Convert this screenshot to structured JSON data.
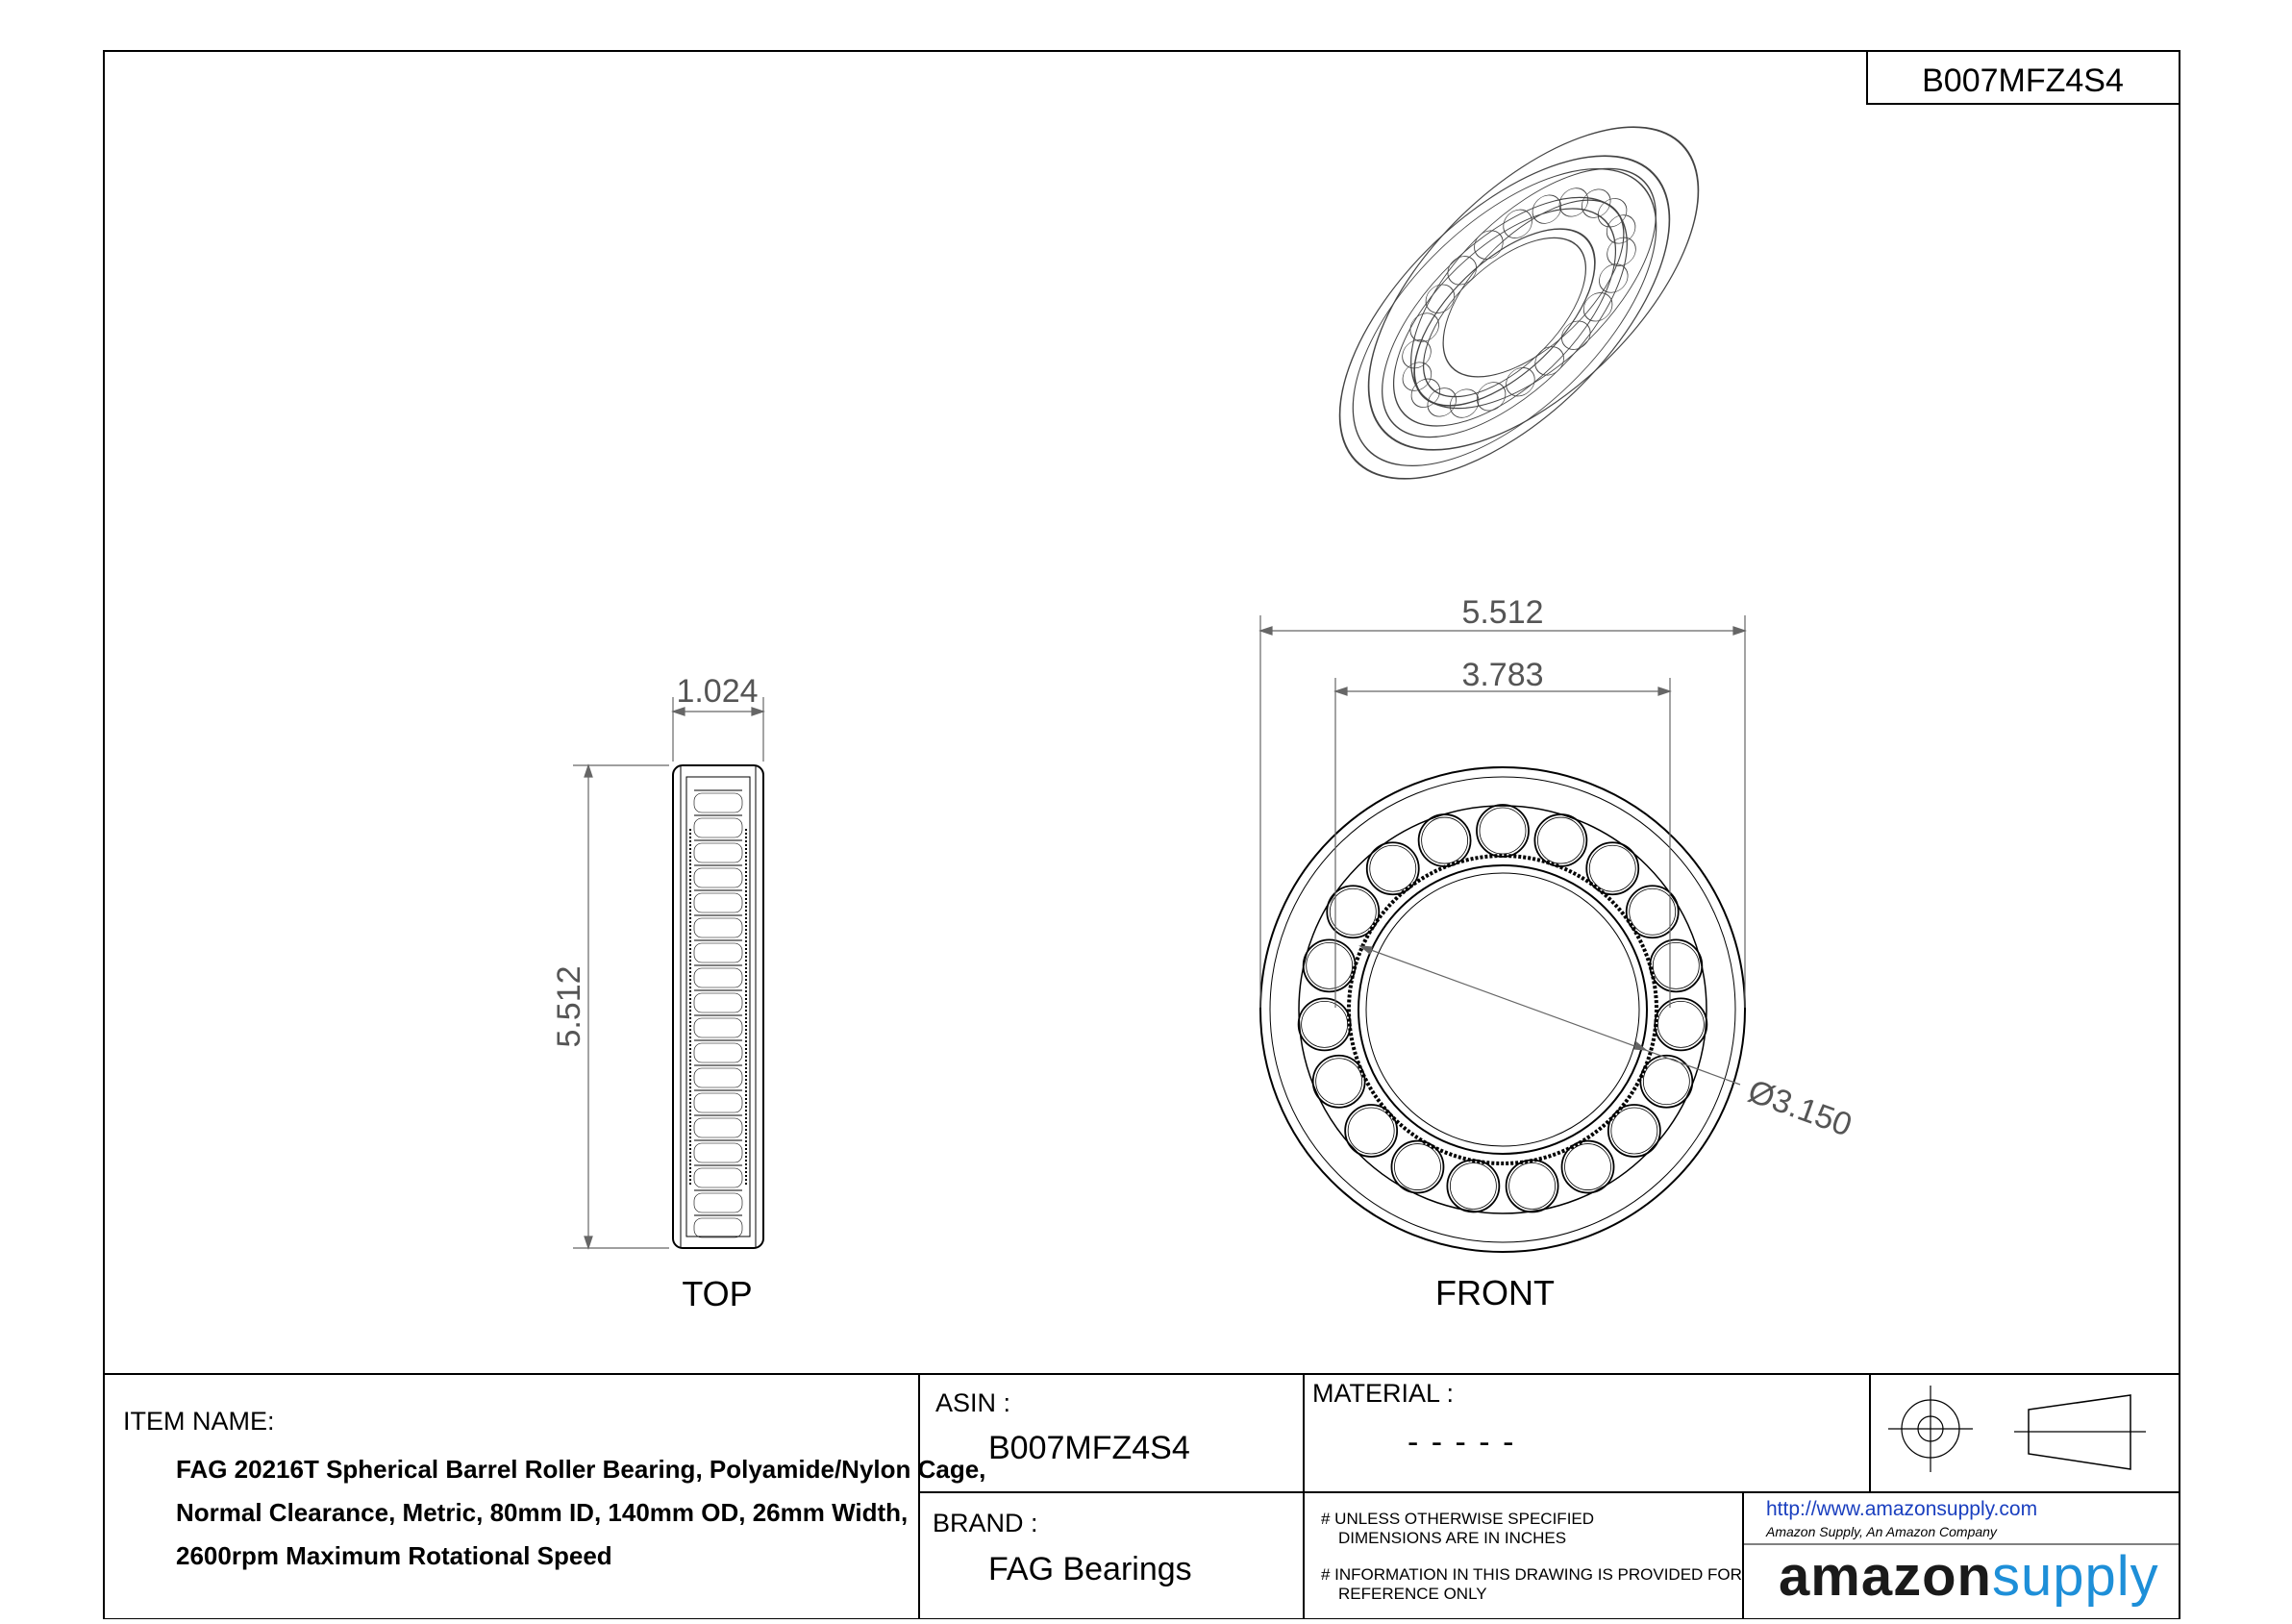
{
  "drawing": {
    "asin_header": "B007MFZ4S4",
    "dimensions": {
      "top_width": "1.024",
      "top_height": "5.512",
      "front_outer": "5.512",
      "front_inner": "3.783",
      "front_bore": "Ø3.150"
    },
    "views": {
      "top": "TOP",
      "front": "FRONT"
    }
  },
  "title_block": {
    "item_name_label": "ITEM NAME:",
    "item_name_lines": [
      "FAG 20216T Spherical Barrel Roller Bearing, Polyamide/Nylon Cage,",
      "Normal Clearance, Metric, 80mm ID, 140mm OD, 26mm Width,",
      "2600rpm Maximum Rotational Speed"
    ],
    "asin_label": "ASIN :",
    "asin_value": "B007MFZ4S4",
    "brand_label": "BRAND :",
    "brand_value": "FAG Bearings",
    "material_label": "MATERIAL :",
    "material_value": "- - - - -",
    "notes": [
      "# UNLESS OTHERWISE SPECIFIED",
      "DIMENSIONS ARE IN INCHES",
      "# INFORMATION IN THIS DRAWING IS PROVIDED FOR",
      "REFERENCE ONLY"
    ],
    "website": "http://www.amazonsupply.com",
    "company_tagline": "Amazon Supply, An Amazon Company",
    "logo_part1": "amazon",
    "logo_part2": "supply",
    "colors": {
      "link": "#1a3fbf",
      "logo_blue": "#1e8fd8",
      "line": "#000000",
      "dim_text": "#555555"
    }
  }
}
